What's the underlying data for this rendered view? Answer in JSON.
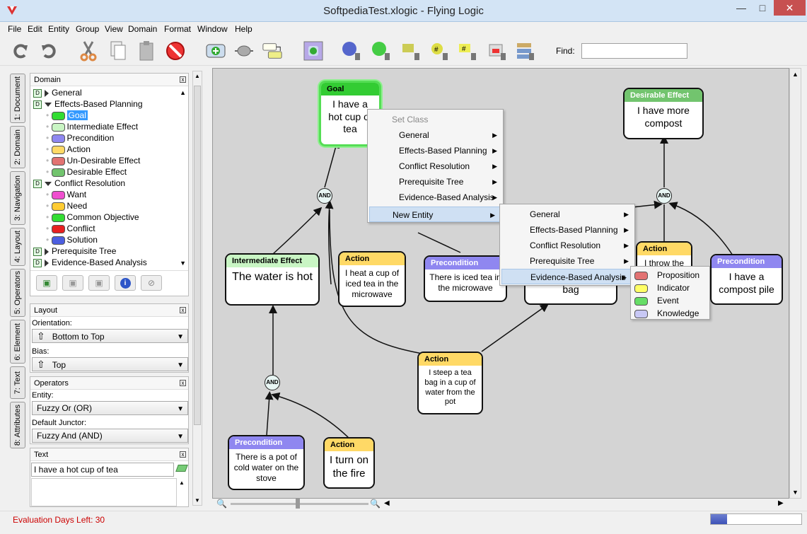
{
  "window": {
    "title": "SoftpediaTest.xlogic - Flying Logic"
  },
  "menu": [
    "File",
    "Edit",
    "Entity",
    "Group",
    "View",
    "Domain",
    "Format",
    "Window",
    "Help"
  ],
  "toolbar": {
    "icons": [
      "undo-icon",
      "redo-icon",
      "cut-icon",
      "copy-icon",
      "paste-icon",
      "delete-icon",
      "new-entity-icon",
      "new-junctor-icon",
      "new-edge-icon",
      "new-group-icon",
      "entity-color-icon",
      "successor-icon",
      "predecessor-icon",
      "edge-weight-icon",
      "junctor-number-icon",
      "group-icon",
      "collapse-icon"
    ],
    "find_label": "Find:",
    "find_value": ""
  },
  "side_tabs": [
    "1: Document",
    "2: Domain",
    "3: Navigation",
    "4: Layout",
    "5: Operators",
    "6: Element",
    "7: Text",
    "8: Attributes"
  ],
  "domain_panel": {
    "title": "Domain",
    "rows": [
      {
        "type": "group",
        "label": "General",
        "expanded": false
      },
      {
        "type": "group",
        "label": "Effects-Based Planning",
        "expanded": true
      },
      {
        "type": "class",
        "label": "Goal",
        "color": "#33dd33",
        "selected": true
      },
      {
        "type": "class",
        "label": "Intermediate Effect",
        "color": "#c9f5c4"
      },
      {
        "type": "class",
        "label": "Precondition",
        "color": "#8f87f0"
      },
      {
        "type": "class",
        "label": "Action",
        "color": "#ffd966"
      },
      {
        "type": "class",
        "label": "Un-Desirable Effect",
        "color": "#e27272"
      },
      {
        "type": "class",
        "label": "Desirable Effect",
        "color": "#72c46e"
      },
      {
        "type": "group",
        "label": "Conflict Resolution",
        "expanded": true
      },
      {
        "type": "class",
        "label": "Want",
        "color": "#ef4fcf"
      },
      {
        "type": "class",
        "label": "Need",
        "color": "#ffcc33"
      },
      {
        "type": "class",
        "label": "Common Objective",
        "color": "#33dd33"
      },
      {
        "type": "class",
        "label": "Conflict",
        "color": "#e82020"
      },
      {
        "type": "class",
        "label": "Solution",
        "color": "#4d5fe0"
      },
      {
        "type": "group",
        "label": "Prerequisite Tree",
        "expanded": false
      },
      {
        "type": "group",
        "label": "Evidence-Based Analysis",
        "expanded": false
      }
    ]
  },
  "layout_panel": {
    "title": "Layout",
    "orientation_label": "Orientation:",
    "orientation_value": "Bottom to Top",
    "bias_label": "Bias:",
    "bias_value": "Top"
  },
  "operators_panel": {
    "title": "Operators",
    "entity_label": "Entity:",
    "entity_value": "Fuzzy Or (OR)",
    "junctor_label": "Default Junctor:",
    "junctor_value": "Fuzzy And (AND)"
  },
  "text_panel": {
    "title": "Text",
    "value": "I have a hot cup of tea"
  },
  "graph": {
    "and_label": "AND",
    "nodes": {
      "goal": {
        "class": "Goal",
        "text": "I have a hot cup of tea"
      },
      "intermediate": {
        "class": "Intermediate Effect",
        "text": "The water is hot"
      },
      "action_heat": {
        "class": "Action",
        "text": "I heat a cup of iced tea in the microwave"
      },
      "pre_iced": {
        "class": "Precondition",
        "text": "There is iced tea in the microwave"
      },
      "bag": {
        "class": "Action",
        "text": "bag"
      },
      "desirable": {
        "class": "Desirable Effect",
        "text": "I have more compost"
      },
      "action_throw": {
        "class": "Action",
        "text": "I throw the"
      },
      "pre_compost": {
        "class": "Precondition",
        "text": "I have a compost pile"
      },
      "action_steep": {
        "class": "Action",
        "text": "I steep a tea bag in a cup of water from the pot"
      },
      "pre_pot": {
        "class": "Precondition",
        "text": "There is a pot of cold water on the stove"
      },
      "action_fire": {
        "class": "Action",
        "text": "I turn on the fire"
      }
    }
  },
  "context_menu": {
    "header": "Set Class",
    "items": [
      "General",
      "Effects-Based Planning",
      "Conflict Resolution",
      "Prerequisite Tree",
      "Evidence-Based Analysis",
      "New Entity"
    ],
    "submenu": [
      "General",
      "Effects-Based Planning",
      "Conflict Resolution",
      "Prerequisite Tree",
      "Evidence-Based Analysis"
    ],
    "submenu2": [
      {
        "label": "Proposition",
        "color": "#e27272"
      },
      {
        "label": "Indicator",
        "color": "#ffff66"
      },
      {
        "label": "Event",
        "color": "#66dd66"
      },
      {
        "label": "Knowledge",
        "color": "#c8c8f5"
      }
    ]
  },
  "status": {
    "text": "Evaluation Days Left: 30",
    "progress": 0.18
  }
}
